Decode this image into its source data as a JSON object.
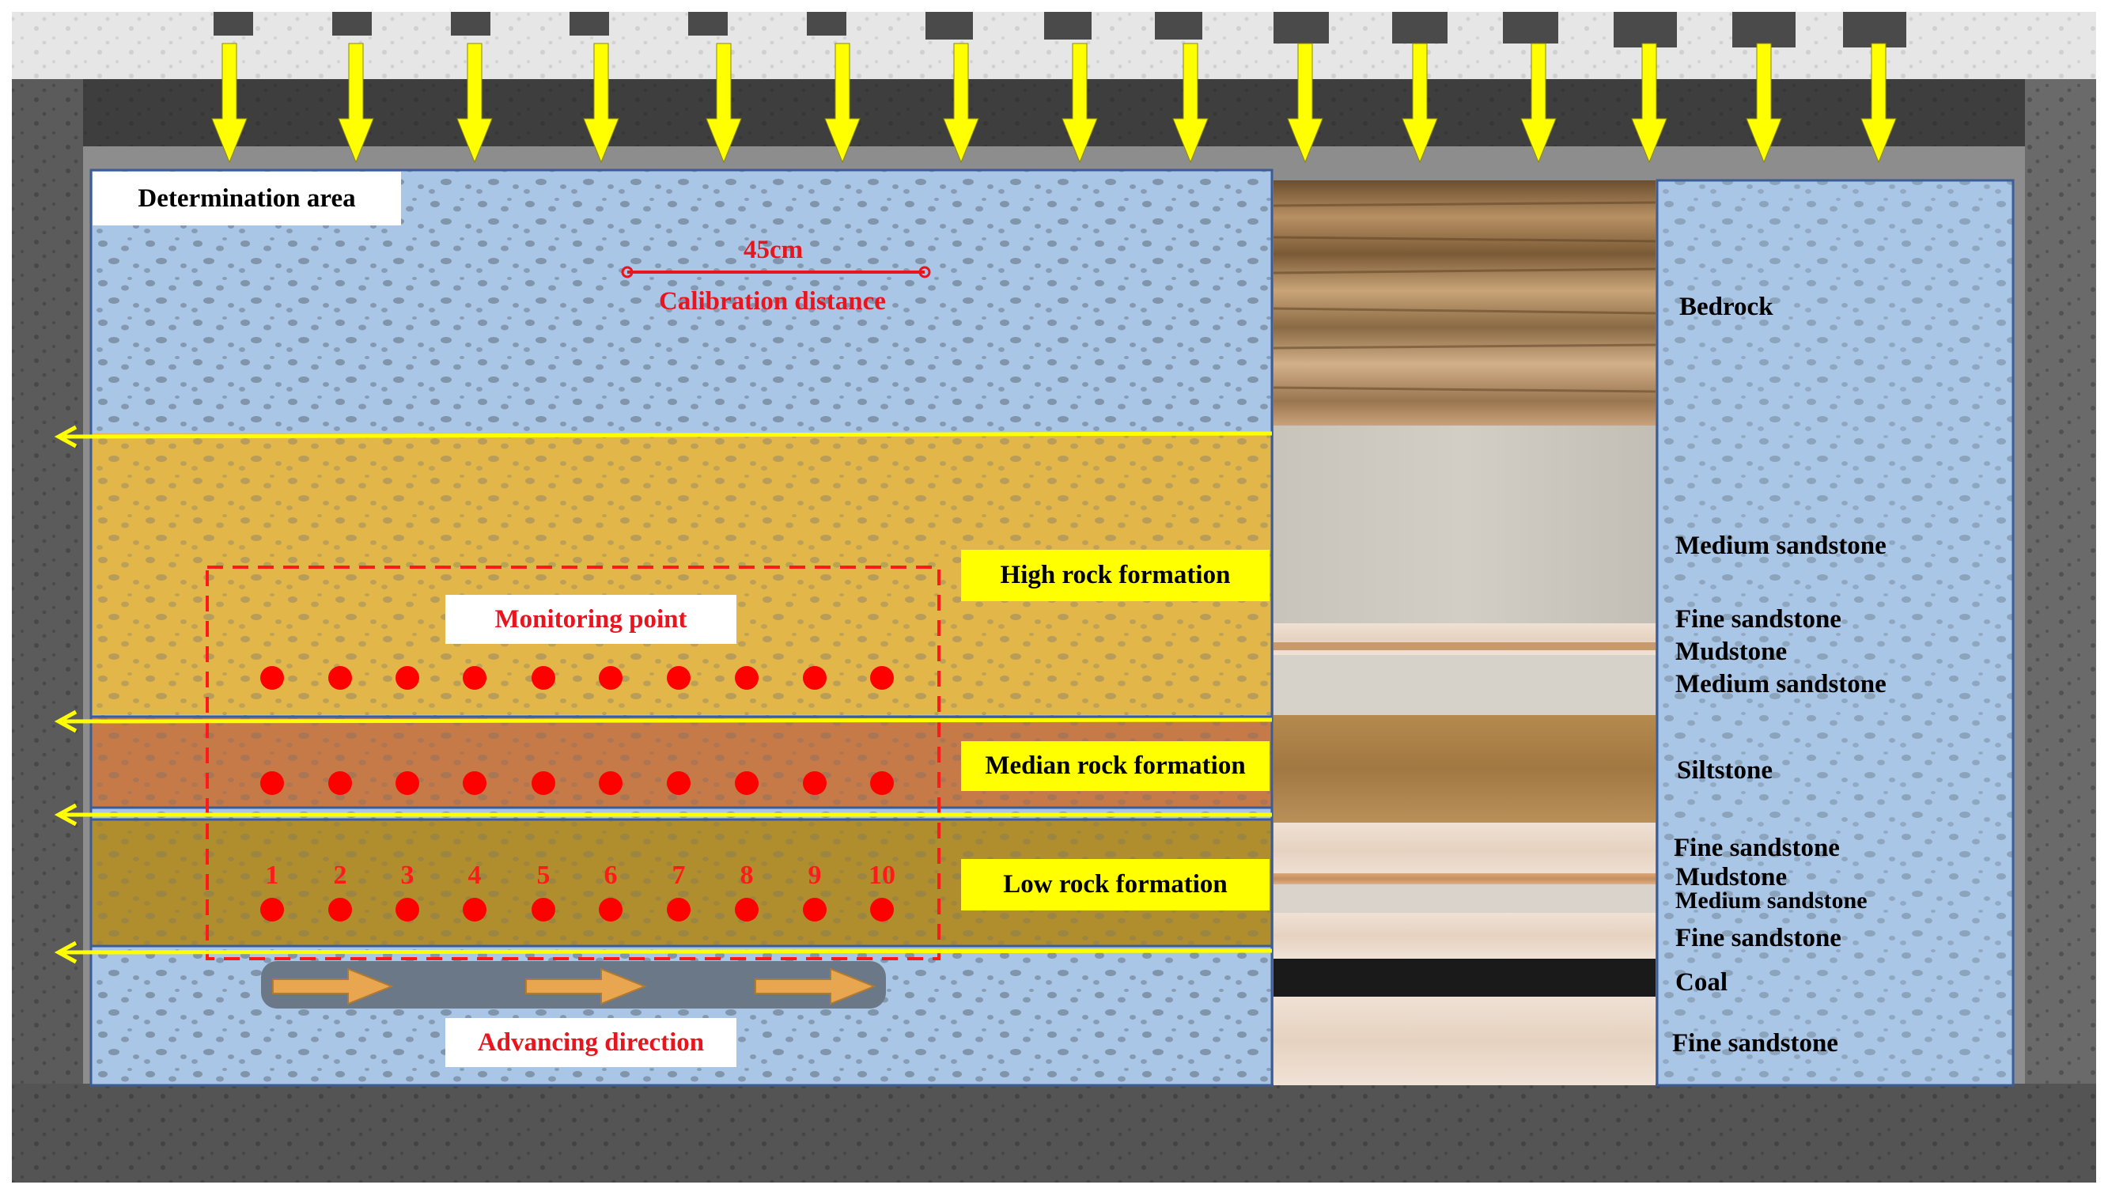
{
  "labels": {
    "determination_area": "Determination area",
    "calibration_value": "45cm",
    "calibration_label": "Calibration distance",
    "monitoring_point": "Monitoring point",
    "advancing_direction": "Advancing direction",
    "high_rock": "High rock formation",
    "median_rock": "Median rock formation",
    "low_rock": "Low rock formation"
  },
  "point_numbers": [
    "1",
    "2",
    "3",
    "4",
    "5",
    "6",
    "7",
    "8",
    "9",
    "10"
  ],
  "strata": {
    "bedrock": "Bedrock",
    "medium_sandstone_1": "Medium sandstone",
    "fine_sandstone_1": "Fine sandstone",
    "mudstone_1": "Mudstone",
    "medium_sandstone_2": "Medium sandstone",
    "siltstone": "Siltstone",
    "fine_sandstone_2": "Fine sandstone",
    "mudstone_2": "Mudstone",
    "medium_sandstone_3": "Medium sandstone",
    "fine_sandstone_3": "Fine sandstone",
    "coal": "Coal",
    "fine_sandstone_4": "Fine sandstone"
  },
  "colors": {
    "determination_blue": "#a9c6e6",
    "high_zone": "#e3b64a",
    "median_zone": "#c57a48",
    "low_zone": "#b08e2e",
    "arrow_yellow": "#ffff00",
    "monitor_red": "#ff0000",
    "coal": "#1a1a1a"
  },
  "icons": [
    "load-arrow-icon",
    "layer-boundary-arrow-icon",
    "advance-arrow-icon"
  ]
}
